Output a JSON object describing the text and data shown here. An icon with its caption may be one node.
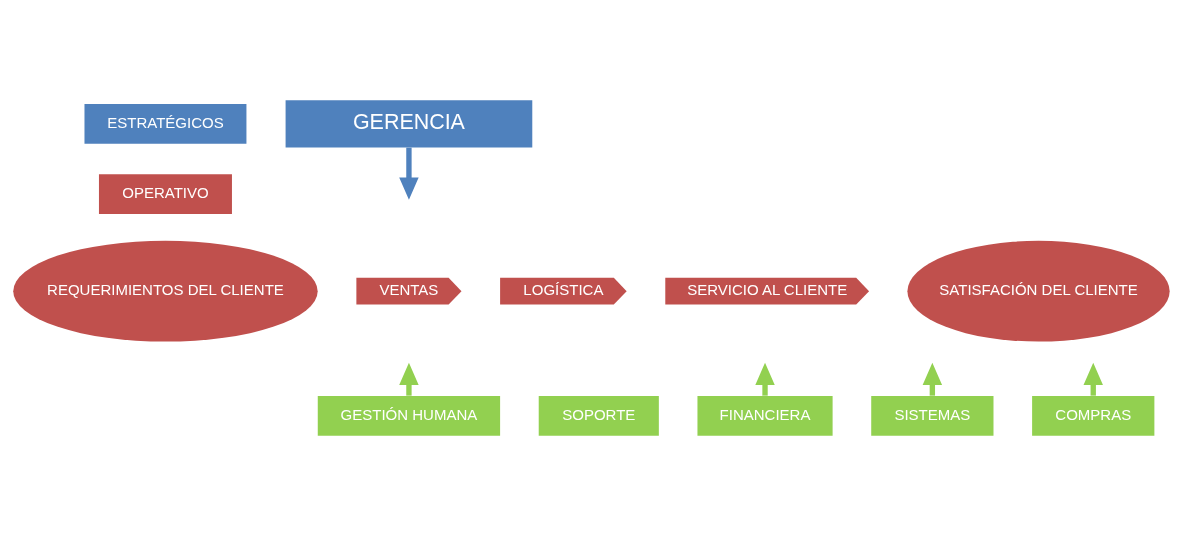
{
  "diagram": {
    "nodes": [
      {
        "text": [
          "ESTRATÉGICOS"
        ]
      },
      {
        "text": [
          "GERENCIA"
        ]
      },
      {
        "text": [
          "OPERATIVO"
        ]
      },
      {
        "text": [
          "REQUERIMIENTOS DEL CLIENTE"
        ]
      },
      {
        "text": [
          "VENTAS"
        ]
      },
      {
        "text": [
          "LOGÍSTICA"
        ]
      },
      {
        "text": [
          "SERVICIO AL CLIENTE"
        ]
      },
      {
        "text": [
          "SATISFACIÓN DEL CLIENTE"
        ]
      },
      {
        "text": [
          "SOPORTE"
        ]
      },
      {
        "text": [
          "GESTIÓN HUMANA"
        ]
      },
      {
        "text": [
          "FINANCIERA"
        ]
      },
      {
        "text": [
          "SISTEMAS"
        ]
      },
      {
        "text": [
          "COMPRAS"
        ]
      }
    ],
    "edges": [
      {
        "from": 1,
        "to": null,
        "arrow": "to",
        "color": "#4f81bd"
      },
      {
        "from": 9,
        "to": null,
        "arrow": "to"
      },
      {
        "from": 10,
        "to": null,
        "arrow": "to"
      },
      {
        "from": 11,
        "to": null,
        "arrow": "to"
      },
      {
        "from": 12,
        "to": null,
        "arrow": "to"
      }
    ]
  }
}
